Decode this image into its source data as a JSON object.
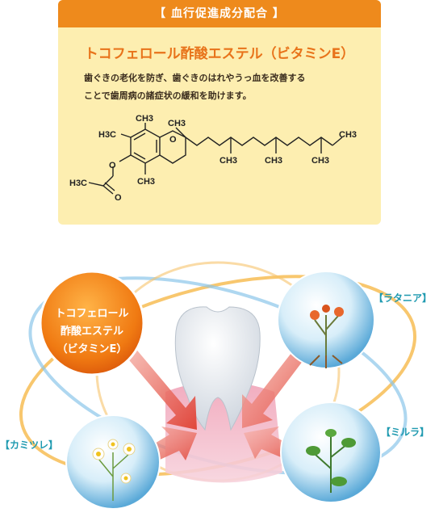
{
  "card": {
    "header": "【 血行促進成分配合 】",
    "title": "トコフェロール酢酸エステル（ビタミンE）",
    "description_lines": [
      "歯ぐきの老化を防ぎ、歯ぐきのはれやうっ血を改善する",
      "ことで歯周病の諸症状の緩和を助けます。"
    ],
    "formula_labels": {
      "ch3_top": "CH3",
      "ch3_ring": "CH3",
      "h3c_left": "H3C",
      "ch3_bottom": "CH3",
      "ch3_chain1": "CH3",
      "ch3_chain2": "CH3",
      "ch3_chain3": "CH3",
      "ch3_end": "CH3",
      "o_ring": "O",
      "o_ester": "O",
      "o_carbonyl": "O",
      "h3c_acetyl": "H3C"
    }
  },
  "diagram": {
    "hero_lines": [
      "トコフェロール",
      "酢酸エステル",
      "（ビタミンE）"
    ],
    "herbs": {
      "ratania": "【ラタニア】",
      "myrrh": "【ミルラ】",
      "chamomile": "【カミツレ】"
    }
  },
  "colors": {
    "orange": "#ee8a1c",
    "cream": "#fdeeb0",
    "title_orange": "#e8731a",
    "herb_label": "#1f9ab0",
    "arrow_red": "#e0453a"
  }
}
